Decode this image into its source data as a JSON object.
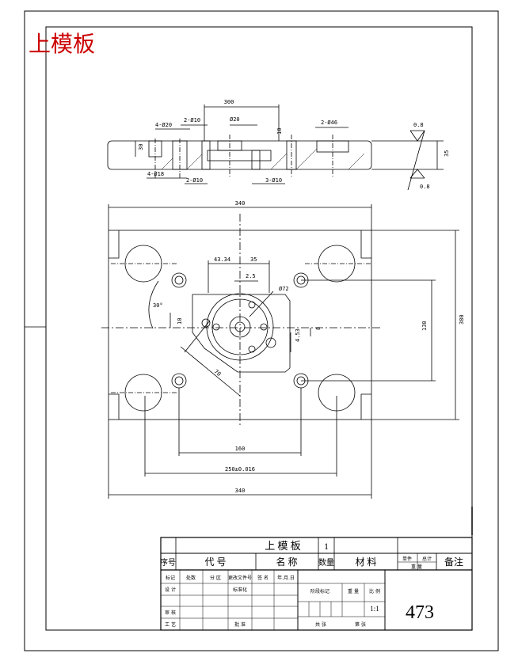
{
  "title_red": "上模板",
  "top_view": {
    "dims": {
      "d4_020": "4-Ø20",
      "d2_010_top": "2-Ø10",
      "d220": "Ø20",
      "d300": "300",
      "d10": "10",
      "d2_046": "2-Ø46",
      "d4_018": "4-Ø18",
      "d2_010_bot": "2-Ø10",
      "d3_010": "3-Ø10",
      "h30": "30",
      "h35": "35",
      "r1": "0.8",
      "r2": "0.8"
    }
  },
  "plan_view": {
    "dims": {
      "w_top": "340",
      "h_right": "380",
      "d4334": "43.34",
      "d35": "35",
      "d25": "2.5",
      "d72": "Ø72",
      "ang30": "30°",
      "d10": "10",
      "d130": "130",
      "d453": "4.53",
      "d8": "8",
      "d70": "70",
      "w160": "160",
      "w250": "250±0.016",
      "w_bot": "340"
    }
  },
  "title_block": {
    "part_name": "上 模 板",
    "qty_top": "1",
    "col_seq": "序号",
    "col_code": "代 号",
    "col_name": "名 称",
    "col_qty": "数量",
    "col_mat": "材 料",
    "col_unit": "单件",
    "col_total": "总计",
    "col_weight": "重 量",
    "col_remark": "备注",
    "row_mark": "标记",
    "row_count": "处数",
    "row_zone": "分 区",
    "row_doc": "更改文件号",
    "row_sign": "签 名",
    "row_date": "年.月.日",
    "design": "设 计",
    "std": "标准化",
    "stage": "阶段标记",
    "weight": "重 量",
    "scale_label": "比 例",
    "review": "审 核",
    "process": "工 艺",
    "approve": "批 准",
    "scale": "1:1",
    "sheets_total": "共 张",
    "sheet_no": "第 张",
    "drawing_no": "473"
  }
}
